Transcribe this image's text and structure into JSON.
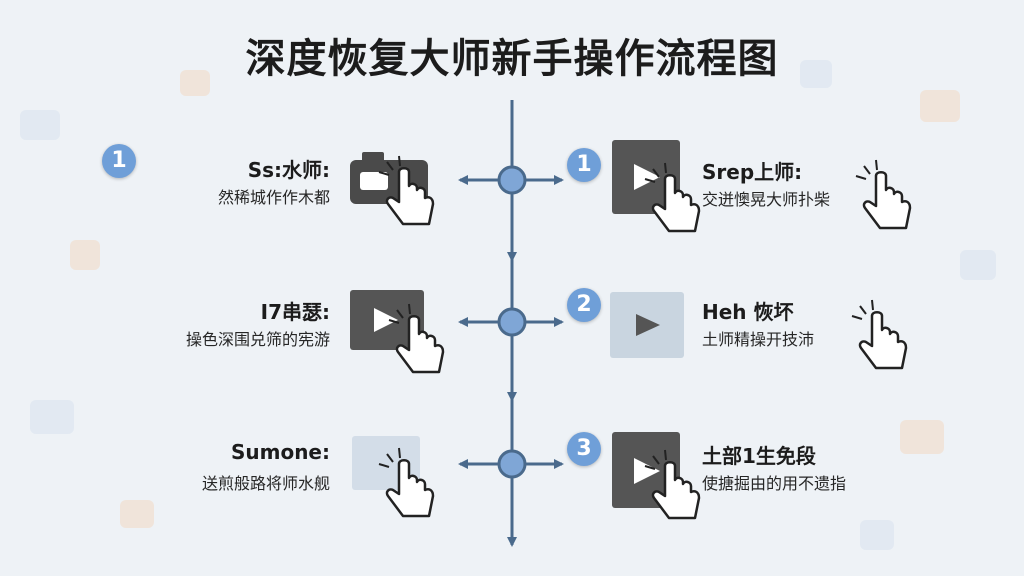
{
  "title": "深度恢复大师新手操作流程图",
  "colors": {
    "line": "#4a6a8c",
    "node": "#7fa6d6",
    "badge": "#6f9fd8",
    "dark_icon": "#4a4a4a"
  },
  "steps": [
    {
      "heading": "Ss:水师:",
      "text": "然稀城作作木都",
      "badge": "1",
      "icon": "camera-icon"
    },
    {
      "heading": "Srep上师:",
      "text": "交迸懊晃大师扑柴",
      "badge": "1",
      "icon": "video-icon"
    },
    {
      "heading": "I7串瑟:",
      "text": "操色深围兑筛的宪游",
      "badge": "",
      "icon": "video-icon"
    },
    {
      "heading": "Heh 恢坏",
      "text": "土师精操开技沛",
      "badge": "2",
      "icon": "video-icon"
    },
    {
      "heading": "Sumone:",
      "text": "送煎般路将师水舰",
      "badge": "",
      "icon": "frame-icon"
    },
    {
      "heading": "土部1生免段",
      "text": "使搪掘由的用不遗指",
      "badge": "3",
      "icon": "video-icon"
    }
  ],
  "left_badge": "1"
}
